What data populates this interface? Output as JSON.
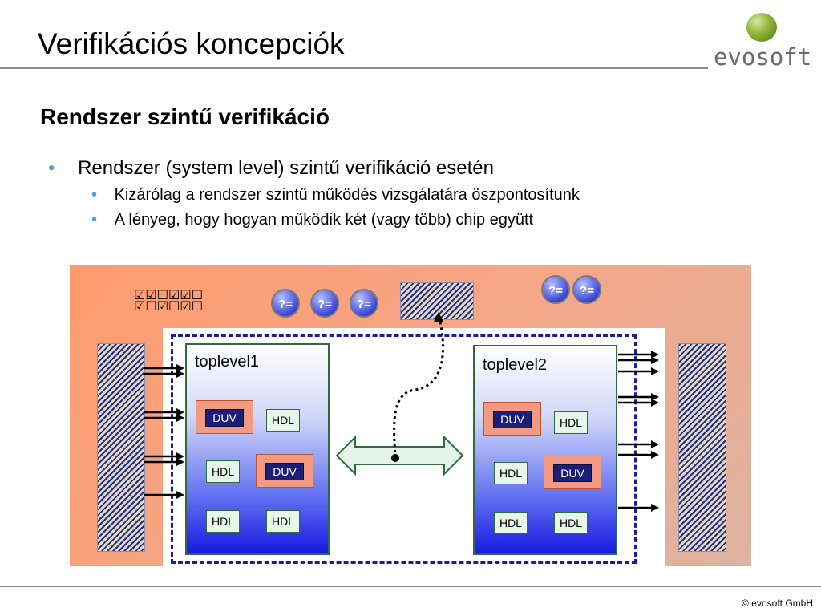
{
  "slide": {
    "title": "Verifikációs koncepciók",
    "logo_text": "evosoft",
    "subtitle": "Rendszer szintű verifikáció",
    "bullets": [
      {
        "level": 1,
        "text": "Rendszer (system level) szintű verifikáció esetén"
      },
      {
        "level": 2,
        "text": "Kizárólag a rendszer szintű működés vizsgálatára öszpontosítunk"
      },
      {
        "level": 2,
        "text": "A lényeg, hogy hogyan működik két (vagy több) chip együtt"
      }
    ],
    "bullet_symbol": "•",
    "footer": "© evosoft GmbH"
  },
  "diagram": {
    "checklist_rows": [
      "☑☑☐☑☑☐",
      "☑☐☑☐☑☐"
    ],
    "compare_symbol": "?=",
    "toplevel1": {
      "label": "toplevel1",
      "blocks": [
        "DUV",
        "HDL",
        "HDL",
        "DUV",
        "HDL",
        "HDL"
      ]
    },
    "toplevel2": {
      "label": "toplevel2",
      "blocks": [
        "DUV",
        "HDL",
        "HDL",
        "DUV",
        "HDL",
        "HDL"
      ]
    },
    "colors": {
      "background": "#ff9b6e",
      "dashed_border": "#1a1aa8",
      "duv_fill": "#1c1f7a",
      "hdl_fill": "#e6f6e8",
      "bullet": "#5a9bd4",
      "logo_ball": "#8fb436"
    }
  }
}
